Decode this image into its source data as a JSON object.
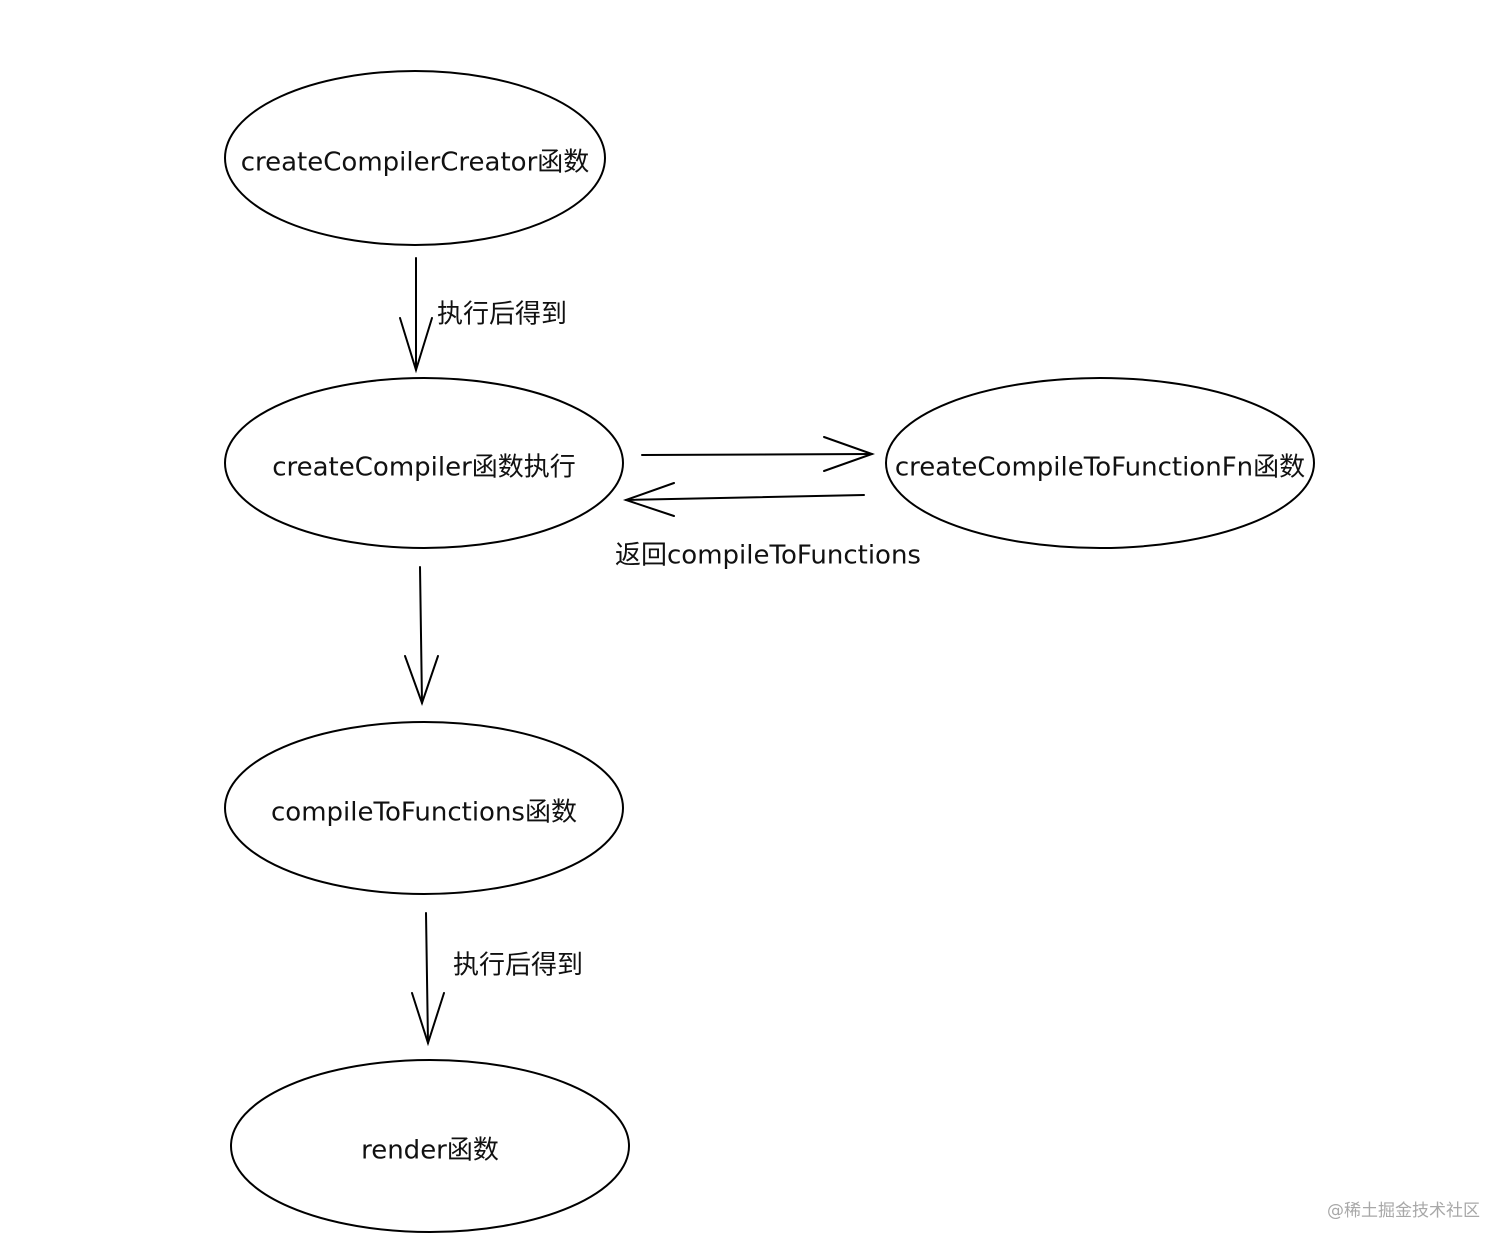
{
  "nodes": {
    "creator": {
      "label": "createCompilerCreator函数"
    },
    "compiler": {
      "label": "createCompiler函数执行"
    },
    "compile_fn": {
      "label": "createCompileToFunctionFn函数"
    },
    "compile_to_functions": {
      "label": "compileToFunctions函数"
    },
    "render": {
      "label": "render函数"
    }
  },
  "edges": {
    "creator_to_compiler": {
      "label": "执行后得到"
    },
    "compiler_to_compile_fn": {
      "label": ""
    },
    "compile_fn_to_compiler": {
      "label": "返回compileToFunctions"
    },
    "compiler_to_compile_to_functions": {
      "label": ""
    },
    "compile_to_functions_to_render": {
      "label": "执行后得到"
    }
  },
  "watermark": {
    "text": "@稀土掘金技术社区"
  },
  "colors": {
    "stroke": "#000000",
    "text": "#111111",
    "watermark": "#a8a8a8",
    "background": "#ffffff"
  }
}
